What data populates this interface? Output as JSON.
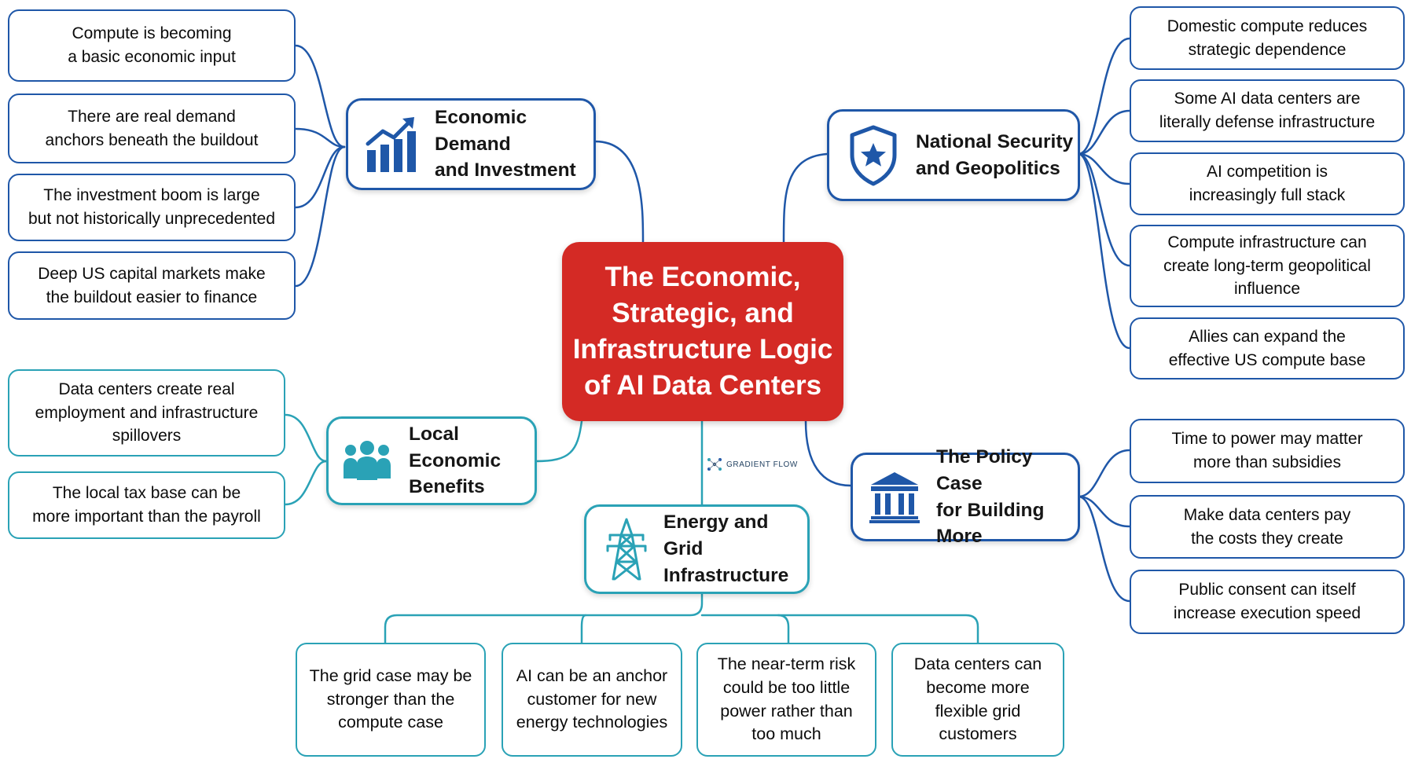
{
  "colors": {
    "central": "#d42a25",
    "blue": "#1f57a8",
    "teal": "#2aa2b6"
  },
  "central_title": "The Economic,\nStrategic, and\nInfrastructure Logic\nof AI Data Centers",
  "brand_label": "GRADIENT FLOW",
  "branches": {
    "economic": {
      "title": "Economic Demand\nand Investment",
      "icon": "growth-chart-icon",
      "items": [
        "Compute is becoming\na basic economic input",
        "There are real demand\nanchors beneath the buildout",
        "The investment boom is large\nbut not historically unprecedented",
        "Deep US capital markets make\nthe buildout easier to finance"
      ]
    },
    "local": {
      "title": "Local Economic\nBenefits",
      "icon": "people-group-icon",
      "items": [
        "Data centers create real\nemployment and infrastructure\nspillovers",
        "The local tax base can be\nmore important than the payroll"
      ]
    },
    "security": {
      "title": "National Security\nand Geopolitics",
      "icon": "shield-star-icon",
      "items": [
        "Domestic compute reduces\nstrategic dependence",
        "Some AI data centers are\nliterally defense infrastructure",
        "AI competition is\nincreasingly full stack",
        "Compute infrastructure can\ncreate long-term geopolitical\ninfluence",
        "Allies can expand the\neffective US compute base"
      ]
    },
    "policy": {
      "title": "The Policy Case\nfor Building More",
      "icon": "government-building-icon",
      "items": [
        "Time to power may matter\nmore than subsidies",
        "Make data centers pay\nthe costs they create",
        "Public consent can itself\nincrease execution speed"
      ]
    },
    "energy": {
      "title": "Energy and Grid\nInfrastructure",
      "icon": "power-tower-icon",
      "items": [
        "The grid case may be\nstronger than the\ncompute case",
        "AI can be an anchor\ncustomer for new\nenergy technologies",
        "The near-term risk\ncould be too little\npower rather than\ntoo much",
        "Data centers can\nbecome more\nflexible grid\ncustomers"
      ]
    }
  }
}
